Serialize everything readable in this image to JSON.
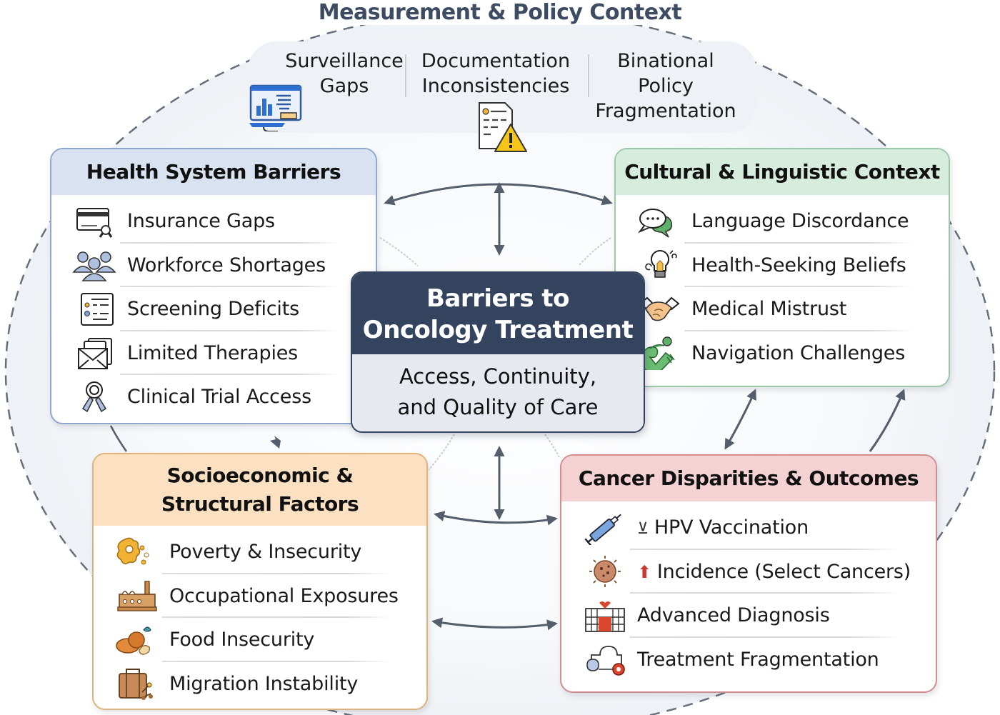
{
  "title": "Measurement & Policy Context",
  "measurement": {
    "items": [
      {
        "lines": [
          "Surveillance",
          "Gaps"
        ],
        "icon": "monitor-chart-icon"
      },
      {
        "lines": [
          "Documentation",
          "Inconsistencies"
        ],
        "icon": "document-warning-icon"
      },
      {
        "lines": [
          "Binational",
          "Policy",
          "Fragmentation"
        ],
        "icon": null
      }
    ]
  },
  "center": {
    "title_lines": [
      "Barriers to",
      "Oncology Treatment"
    ],
    "subtitle_lines": [
      "Access, Continuity,",
      "and Quality of Care"
    ]
  },
  "health_system": {
    "title": "Health System Barriers",
    "items": [
      {
        "label": "Insurance Gaps",
        "icon": "insurance-card-icon"
      },
      {
        "label": "Workforce Shortages",
        "icon": "people-group-icon"
      },
      {
        "label": "Screening Deficits",
        "icon": "checklist-icon"
      },
      {
        "label": "Limited Therapies",
        "icon": "envelope-documents-icon"
      },
      {
        "label": "Clinical Trial Access",
        "icon": "ribbon-award-icon"
      }
    ]
  },
  "cultural": {
    "title": "Cultural & Linguistic Context",
    "items": [
      {
        "label": "Language Discordance",
        "icon": "speech-bubbles-icon"
      },
      {
        "label": "Health-Seeking Beliefs",
        "icon": "lightbulb-icon"
      },
      {
        "label": "Medical Mistrust",
        "icon": "handshake-icon"
      },
      {
        "label": "Navigation Challenges",
        "icon": "helping-hand-icon"
      }
    ]
  },
  "socio": {
    "title_lines": [
      "Socioeconomic &",
      "Structural Factors"
    ],
    "items": [
      {
        "label": "Poverty & Insecurity",
        "icon": "broken-coins-icon"
      },
      {
        "label": "Occupational Exposures",
        "icon": "factory-icon"
      },
      {
        "label": "Food Insecurity",
        "icon": "bread-icon"
      },
      {
        "label": "Migration Instability",
        "icon": "suitcase-icon"
      }
    ]
  },
  "cancer": {
    "title": "Cancer Disparities & Outcomes",
    "items": [
      {
        "label": "HPV Vaccination",
        "icon": "syringe-icon",
        "prefix": "⊻",
        "prefix_icon": "decrease-marker-icon"
      },
      {
        "label": "Incidence (Select Cancers)",
        "icon": "virus-icon",
        "prefix": "⬆",
        "prefix_icon": "up-arrow-icon"
      },
      {
        "label": "Advanced Diagnosis",
        "icon": "hospital-icon"
      },
      {
        "label": "Treatment Fragmentation",
        "icon": "disconnected-network-icon"
      }
    ]
  },
  "colors": {
    "title": "#3e4c63",
    "center_dark": "#34445e",
    "center_light": "#e6eaf0",
    "health_header": "#d8e2f1",
    "cultural_header": "#d6ecdd",
    "socio_header": "#fbe0c2",
    "cancer_header": "#f4d2d3",
    "arrow": "#545e6c",
    "up_arrow": "#c8392e"
  }
}
